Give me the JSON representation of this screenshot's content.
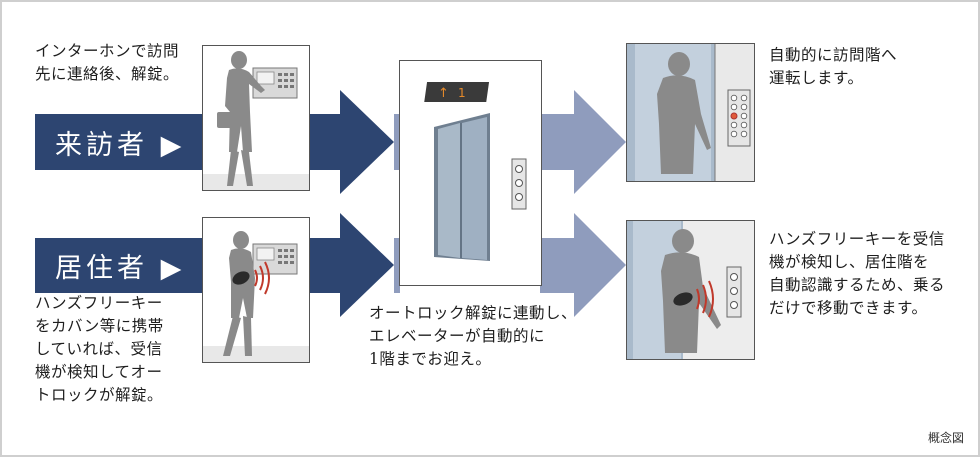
{
  "visitor": {
    "label": "来訪者 ▶",
    "description": "インターホンで訪問\n先に連絡後、解錠。"
  },
  "resident": {
    "label": "居住者 ▶",
    "description": "ハンズフリーキー\nをカバン等に携帯\nしていれば、受信\n機が検知してオー\nトロックが解錠。"
  },
  "elevator": {
    "description": "オートロック解錠に連動し、\nエレベーターが自動的に\n1階までお迎え。",
    "indicator_arrow": "↑",
    "indicator_floor": "1"
  },
  "visitor_result": {
    "description": "自動的に訪問階へ\n運転します。"
  },
  "resident_result": {
    "description": "ハンズフリーキーを受信\n機が検知し、居住階を\n自動認識するため、乗る\nだけで移動できます。"
  },
  "note": "概念図",
  "colors": {
    "dark_arrow": "#2d4571",
    "light_arrow": "#8f9cbd",
    "silhouette": "#8a8a8a",
    "elevator_glass": "#9fb0c2"
  }
}
